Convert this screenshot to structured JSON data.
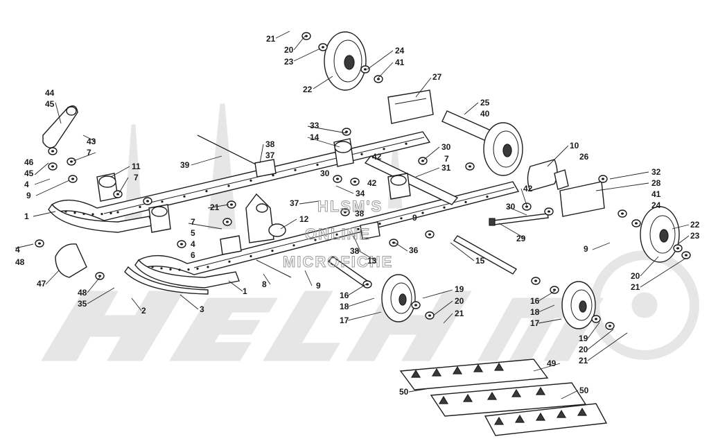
{
  "watermark": {
    "line1": "HLSM'S",
    "line2": "ONLINE",
    "line3": "MICROFICHE",
    "logo_color": "#e6e6e6"
  },
  "callouts": [
    {
      "id": "c21a",
      "text": "21"
    },
    {
      "id": "c20a",
      "text": "20"
    },
    {
      "id": "c23a",
      "text": "23"
    },
    {
      "id": "c24a",
      "text": "24"
    },
    {
      "id": "c41a",
      "text": "41"
    },
    {
      "id": "c22a",
      "text": "22"
    },
    {
      "id": "c27",
      "text": "27"
    },
    {
      "id": "c44",
      "text": "44"
    },
    {
      "id": "c45a",
      "text": "45"
    },
    {
      "id": "c43",
      "text": "43"
    },
    {
      "id": "c7a",
      "text": "7"
    },
    {
      "id": "c46",
      "text": "46"
    },
    {
      "id": "c45b",
      "text": "45"
    },
    {
      "id": "c4a",
      "text": "4"
    },
    {
      "id": "c9a",
      "text": "9"
    },
    {
      "id": "c11",
      "text": "11"
    },
    {
      "id": "c7b",
      "text": "7"
    },
    {
      "id": "c39",
      "text": "39"
    },
    {
      "id": "c38a",
      "text": "38"
    },
    {
      "id": "c37a",
      "text": "37"
    },
    {
      "id": "c33",
      "text": "33"
    },
    {
      "id": "c14",
      "text": "14"
    },
    {
      "id": "c25",
      "text": "25"
    },
    {
      "id": "c40",
      "text": "40"
    },
    {
      "id": "c30a",
      "text": "30"
    },
    {
      "id": "c7c",
      "text": "7"
    },
    {
      "id": "c31",
      "text": "31"
    },
    {
      "id": "c42a",
      "text": "42"
    },
    {
      "id": "c30b",
      "text": "30"
    },
    {
      "id": "c42b",
      "text": "42"
    },
    {
      "id": "c10",
      "text": "10"
    },
    {
      "id": "c26",
      "text": "26"
    },
    {
      "id": "c32",
      "text": "32"
    },
    {
      "id": "c28",
      "text": "28"
    },
    {
      "id": "c41b",
      "text": "41"
    },
    {
      "id": "c24b",
      "text": "24"
    },
    {
      "id": "c42c",
      "text": "42"
    },
    {
      "id": "c30c",
      "text": "30"
    },
    {
      "id": "c22b",
      "text": "22"
    },
    {
      "id": "c23b",
      "text": "23"
    },
    {
      "id": "c34",
      "text": "34"
    },
    {
      "id": "c37b",
      "text": "37"
    },
    {
      "id": "c38b",
      "text": "38"
    },
    {
      "id": "c21b",
      "text": "21"
    },
    {
      "id": "c1a",
      "text": "1"
    },
    {
      "id": "c12",
      "text": "12"
    },
    {
      "id": "c29",
      "text": "29"
    },
    {
      "id": "c9b",
      "text": "9"
    },
    {
      "id": "c9c",
      "text": "9"
    },
    {
      "id": "c20b",
      "text": "20"
    },
    {
      "id": "c21c",
      "text": "21"
    },
    {
      "id": "c7d",
      "text": "7"
    },
    {
      "id": "c5",
      "text": "5"
    },
    {
      "id": "c4b",
      "text": "4"
    },
    {
      "id": "c6",
      "text": "6"
    },
    {
      "id": "c4c",
      "text": "4"
    },
    {
      "id": "c48a",
      "text": "48"
    },
    {
      "id": "c38c",
      "text": "38"
    },
    {
      "id": "c36",
      "text": "36"
    },
    {
      "id": "c13",
      "text": "13"
    },
    {
      "id": "c15",
      "text": "15"
    },
    {
      "id": "c47",
      "text": "47"
    },
    {
      "id": "c48b",
      "text": "48"
    },
    {
      "id": "c35",
      "text": "35"
    },
    {
      "id": "c8",
      "text": "8"
    },
    {
      "id": "c9d",
      "text": "9"
    },
    {
      "id": "c1b",
      "text": "1"
    },
    {
      "id": "c2",
      "text": "2"
    },
    {
      "id": "c3",
      "text": "3"
    },
    {
      "id": "c16a",
      "text": "16"
    },
    {
      "id": "c18a",
      "text": "18"
    },
    {
      "id": "c17a",
      "text": "17"
    },
    {
      "id": "c19a",
      "text": "19"
    },
    {
      "id": "c20c",
      "text": "20"
    },
    {
      "id": "c21d",
      "text": "21"
    },
    {
      "id": "c16b",
      "text": "16"
    },
    {
      "id": "c18b",
      "text": "18"
    },
    {
      "id": "c17b",
      "text": "17"
    },
    {
      "id": "c19b",
      "text": "19"
    },
    {
      "id": "c20d",
      "text": "20"
    },
    {
      "id": "c21e",
      "text": "21"
    },
    {
      "id": "c49",
      "text": "49"
    },
    {
      "id": "c50a",
      "text": "50"
    },
    {
      "id": "c50b",
      "text": "50"
    }
  ]
}
